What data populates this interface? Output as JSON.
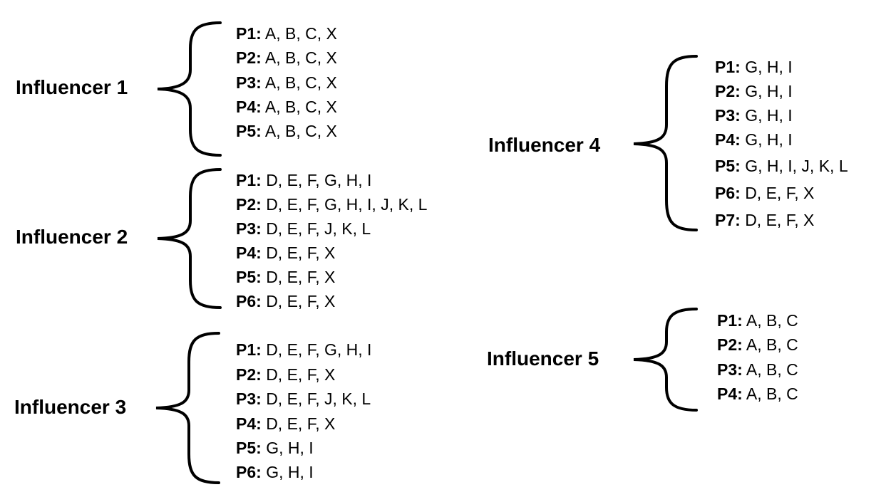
{
  "influencers": [
    {
      "label": "Influencer 1",
      "items": [
        {
          "key": "P1:",
          "value": "A, B, C, X"
        },
        {
          "key": "P2:",
          "value": "A, B, C, X"
        },
        {
          "key": "P3:",
          "value": "A, B, C, X"
        },
        {
          "key": "P4:",
          "value": "A, B, C, X"
        },
        {
          "key": "P5:",
          "value": "A, B, C, X"
        }
      ]
    },
    {
      "label": "Influencer 2",
      "items": [
        {
          "key": "P1:",
          "value": "D, E, F, G, H, I"
        },
        {
          "key": "P2:",
          "value": "D, E, F, G, H, I, J, K, L"
        },
        {
          "key": "P3:",
          "value": "D, E, F, J, K, L"
        },
        {
          "key": "P4:",
          "value": "D, E, F, X"
        },
        {
          "key": "P5:",
          "value": "D, E, F, X"
        },
        {
          "key": "P6:",
          "value": "D, E, F, X"
        }
      ]
    },
    {
      "label": "Influencer 3",
      "items": [
        {
          "key": "P1:",
          "value": "D, E, F, G, H, I"
        },
        {
          "key": "P2:",
          "value": "D, E, F, X"
        },
        {
          "key": "P3:",
          "value": "D, E, F, J, K, L"
        },
        {
          "key": "P4:",
          "value": "D, E, F, X"
        },
        {
          "key": "P5:",
          "value": "G, H, I"
        },
        {
          "key": "P6:",
          "value": "G, H, I"
        }
      ]
    },
    {
      "label": "Influencer 4",
      "items": [
        {
          "key": "P1:",
          "value": "G, H, I"
        },
        {
          "key": "P2:",
          "value": "G, H, I"
        },
        {
          "key": "P3:",
          "value": "G, H, I"
        },
        {
          "key": "P4:",
          "value": "G, H, I"
        },
        {
          "key": "P5:",
          "value": "G, H, I, J, K, L"
        },
        {
          "key": "P6:",
          "value": "D, E, F, X"
        },
        {
          "key": "P7:",
          "value": "D, E, F, X"
        }
      ]
    },
    {
      "label": "Influencer 5",
      "items": [
        {
          "key": "P1:",
          "value": "A, B, C"
        },
        {
          "key": "P2:",
          "value": "A, B, C"
        },
        {
          "key": "P3:",
          "value": "A, B, C"
        },
        {
          "key": "P4:",
          "value": "A, B, C"
        }
      ]
    }
  ]
}
